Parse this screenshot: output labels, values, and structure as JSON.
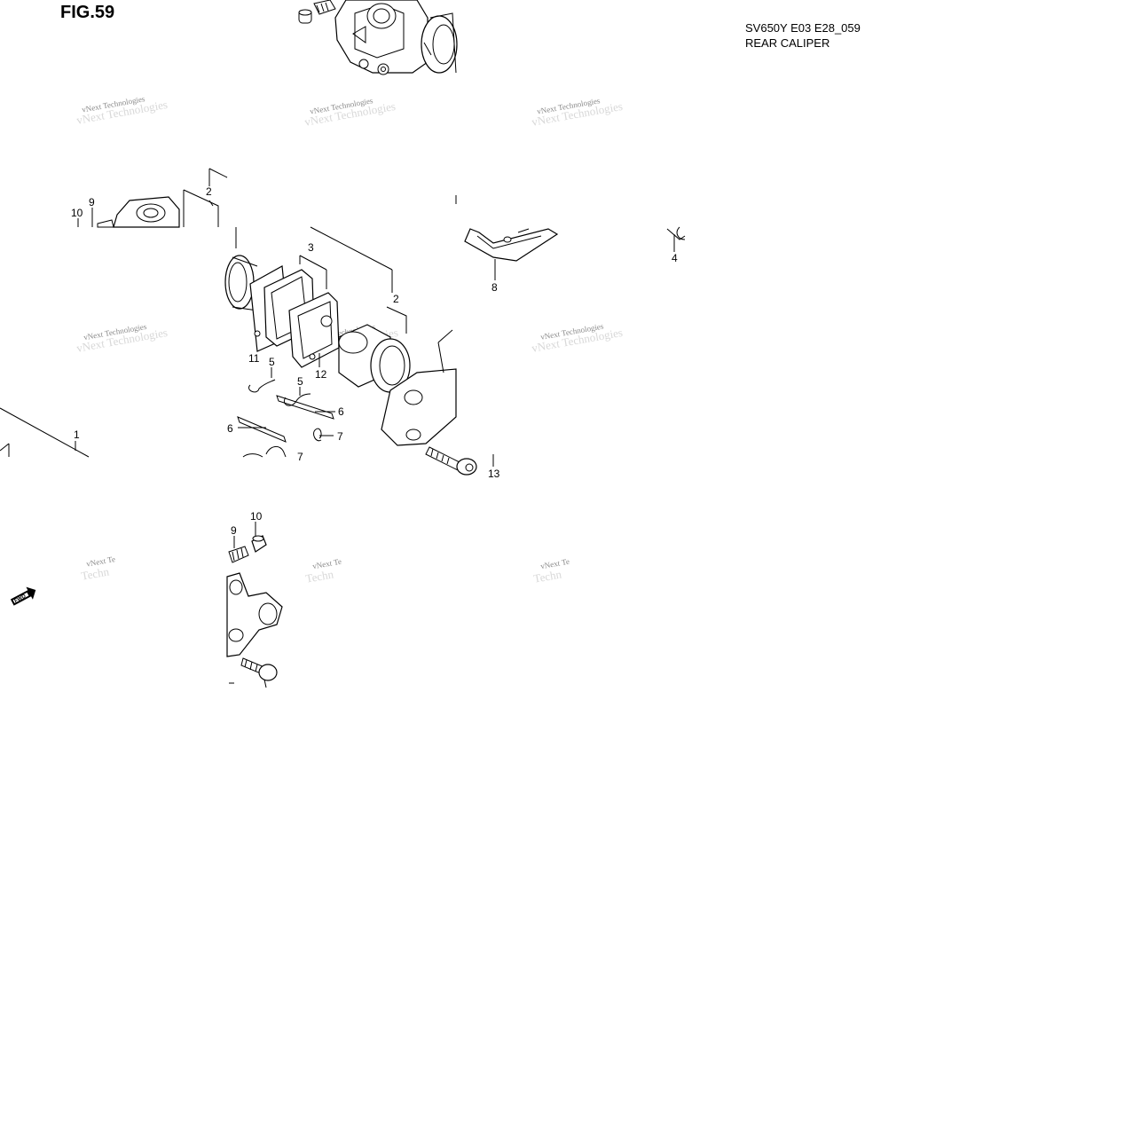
{
  "figure": {
    "label": "FIG.59",
    "model_code": "SV650Y E03 E28_059",
    "section_title": "REAR CALIPER"
  },
  "callouts": [
    "1",
    "2",
    "2",
    "3",
    "4",
    "5",
    "5",
    "6",
    "6",
    "7",
    "7",
    "8",
    "9",
    "9",
    "10",
    "10",
    "11",
    "12",
    "13"
  ],
  "watermark": {
    "text": "vNext Technologies",
    "partial_text": "vNext Te",
    "partial_second": "Techn"
  },
  "fwd_badge": "FWD"
}
